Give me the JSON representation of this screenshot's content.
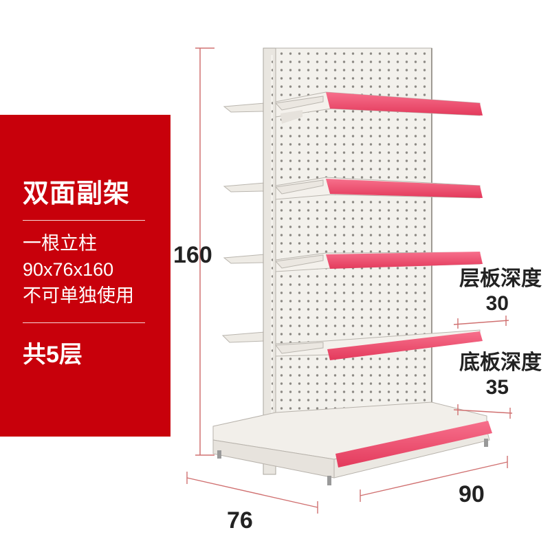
{
  "panel": {
    "title": "双面副架",
    "lines": [
      "一根立柱",
      "90x76x160",
      "不可单独使用"
    ],
    "count": "共5层"
  },
  "dimensions": {
    "height": "160",
    "depth": "76",
    "width": "90"
  },
  "callouts": {
    "shelf": {
      "label": "层板深度",
      "value": "30"
    },
    "base": {
      "label": "底板深度",
      "value": "35"
    }
  },
  "colors": {
    "brand_red": "#c8000b",
    "shelf_lip": "#f2486a",
    "shelf_white": "#f4f1ec",
    "dim_line": "#d07070"
  }
}
